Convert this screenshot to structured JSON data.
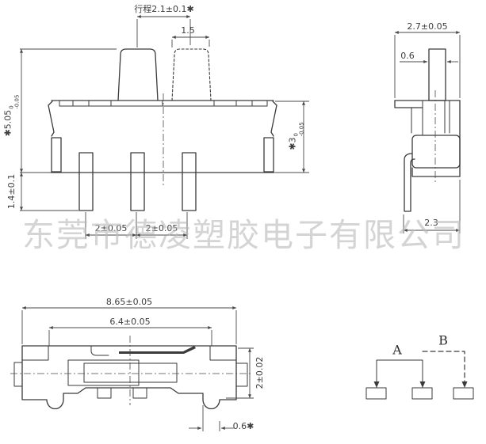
{
  "page": {
    "background": "#ffffff",
    "line_color": "#3a3a3a",
    "dim_line_color": "#4a4a4a",
    "dim_text_color": "#3d3d3d",
    "watermark_color": "#bababa"
  },
  "watermark": {
    "text": "东莞市德凌塑胶电子有限公司"
  },
  "front_view": {
    "stroke_dim": "行程2.1±0.1✱",
    "knob_top_width_dim": "1.5",
    "total_height_dim": {
      "value": "✱5.05",
      "tol_upper": "0",
      "tol_lower": "-0.05"
    },
    "pin_length_dim": "1.4±0.1",
    "body_height_dim": {
      "value": "✱3",
      "tol_upper": "0",
      "tol_lower": "-0.05"
    },
    "pin_pitch_dim_left": "2±0.05",
    "pin_pitch_dim_right": "2±0.05"
  },
  "side_view": {
    "width_dim": "2.7±0.05",
    "knob_width_dim": "0.6",
    "bottom_width_dim": "2.3"
  },
  "bottom_view": {
    "overall_width_dim": "8.65±0.05",
    "inner_width_dim": "6.4±0.05",
    "height_dim": "2±0.02",
    "foot_dim": "0.6✱"
  },
  "circuit_diagram": {
    "position_a_label": "A",
    "position_b_label": "B"
  }
}
